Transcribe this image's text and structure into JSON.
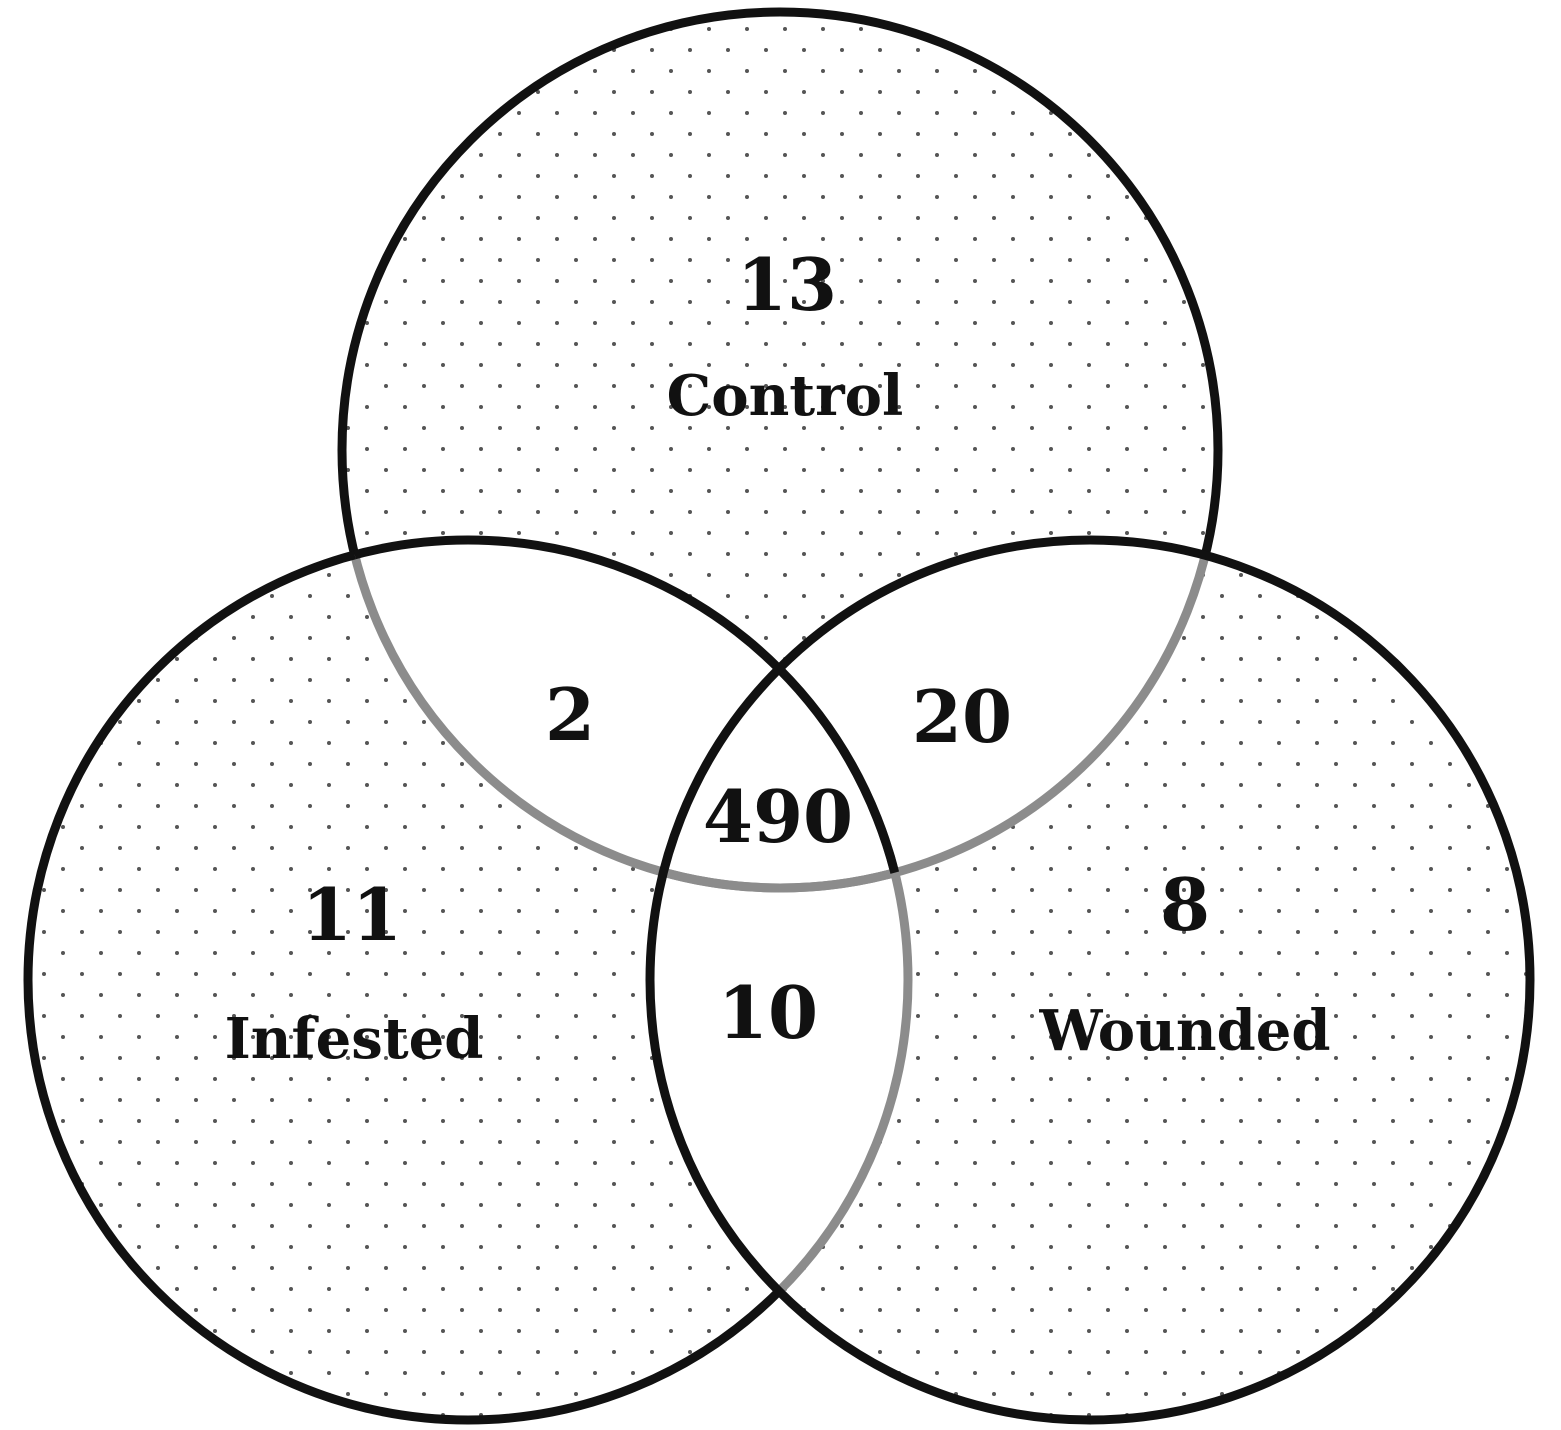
{
  "diagram": {
    "type": "venn-3",
    "sets": {
      "top": {
        "label": "Control"
      },
      "left": {
        "label": "Infested"
      },
      "right": {
        "label": "Wounded"
      }
    },
    "regions": {
      "top_only": "13",
      "left_only": "11",
      "right_only": "8",
      "top_left": "2",
      "top_right": "20",
      "left_right": "10",
      "all_three": "490"
    },
    "colors": {
      "outline_outer": "#111111",
      "outline_inner": "#8c8c8c",
      "stipple": "#555555"
    }
  }
}
